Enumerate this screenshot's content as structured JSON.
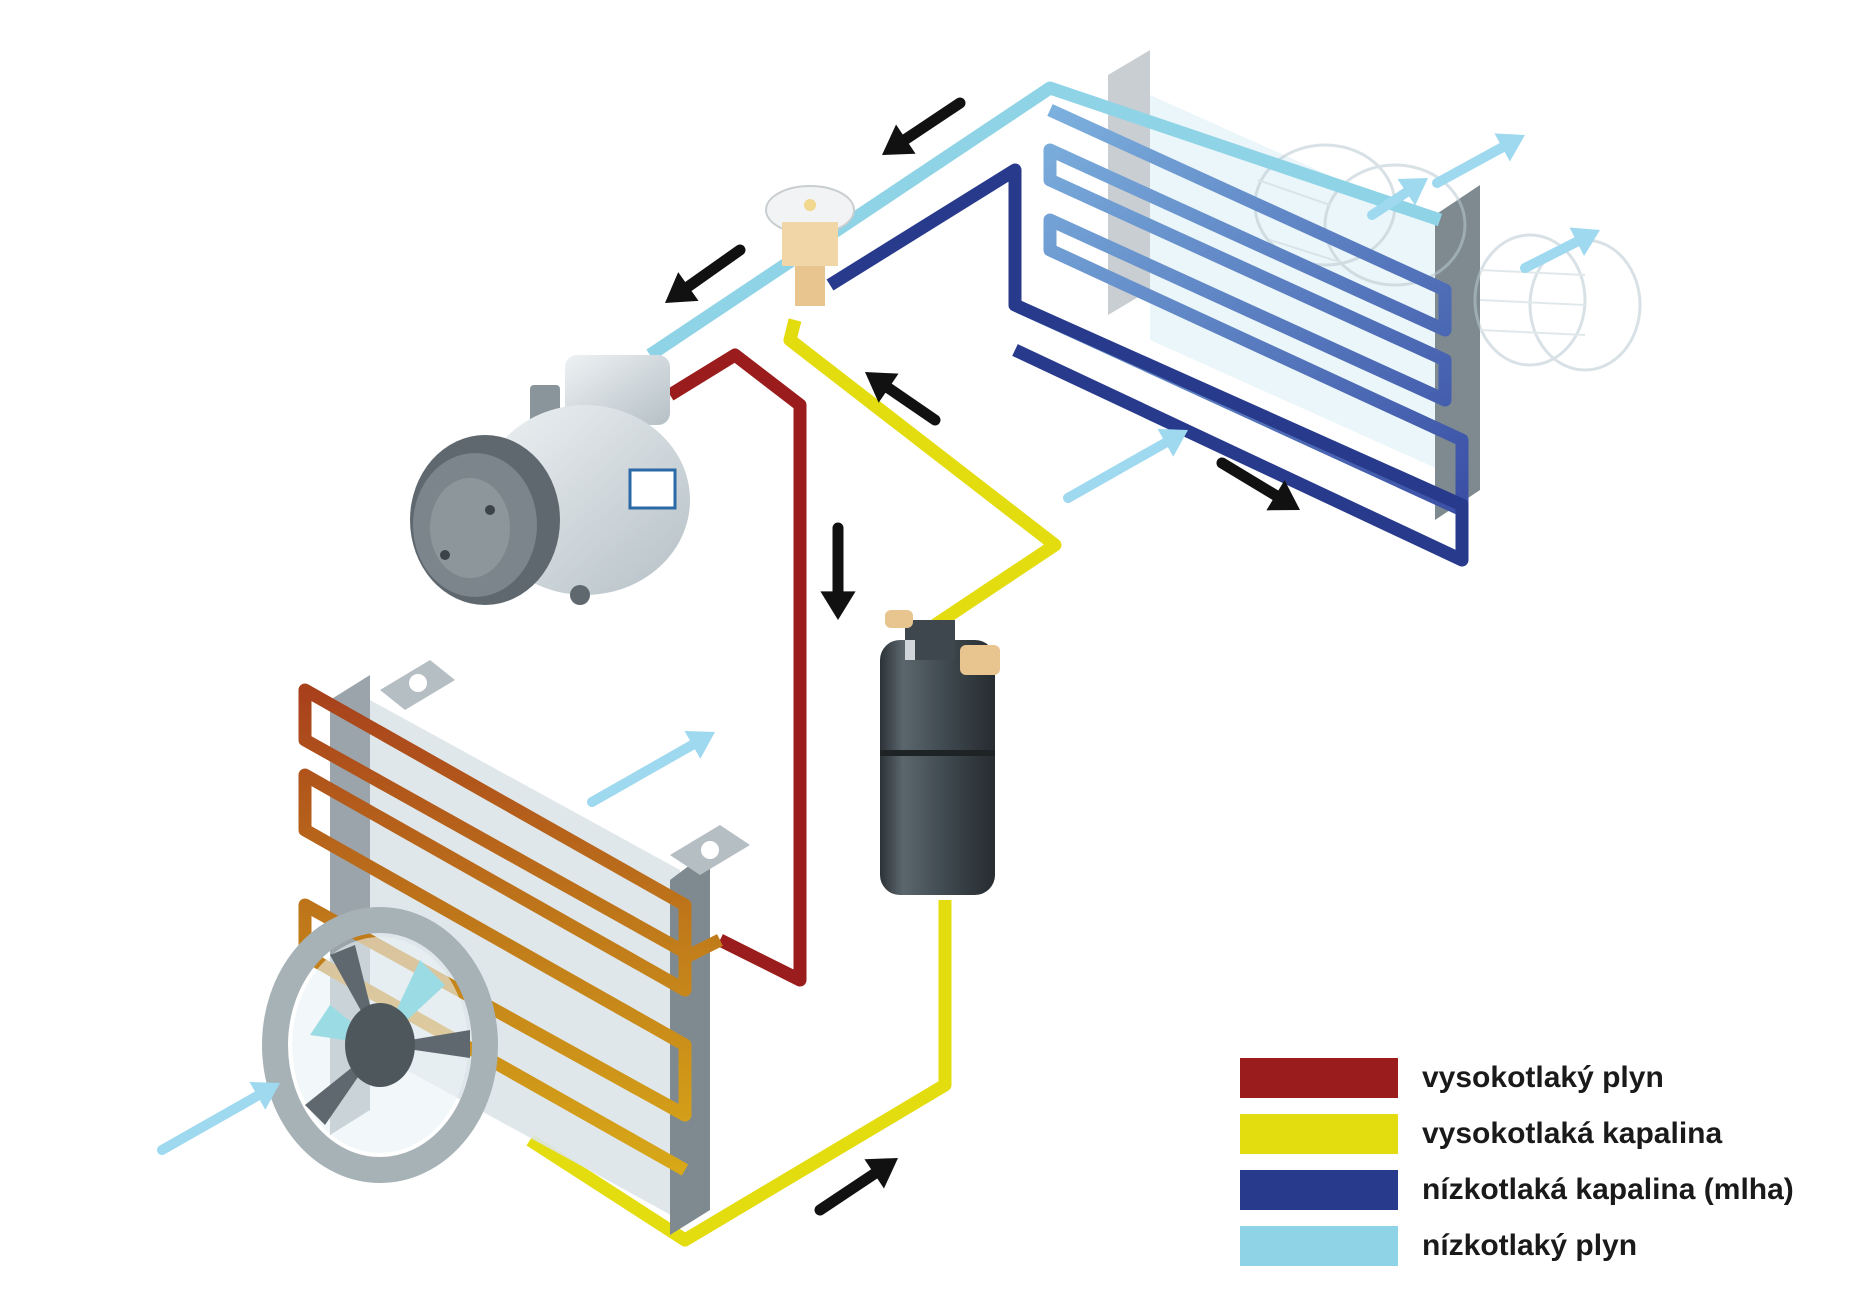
{
  "colors": {
    "high_pressure_gas": "#9b1c1c",
    "high_pressure_liquid": "#e3dc0e",
    "low_pressure_liquid": "#283a8c",
    "low_pressure_gas": "#8fd3e6",
    "flow_arrow": "#111111",
    "airflow_arrow": "#9fd9ef"
  },
  "components": [
    {
      "id": "compressor",
      "icon": "compressor-icon"
    },
    {
      "id": "expansion-valve",
      "icon": "expansion-valve-icon"
    },
    {
      "id": "evaporator",
      "icon": "evaporator-icon"
    },
    {
      "id": "blower-fan",
      "icon": "blower-fan-icon"
    },
    {
      "id": "receiver-dryer",
      "icon": "receiver-dryer-icon"
    },
    {
      "id": "condenser",
      "icon": "condenser-icon"
    },
    {
      "id": "condenser-fan",
      "icon": "fan-icon"
    }
  ],
  "legend": {
    "items": [
      {
        "label": "vysokotlaký plyn",
        "color": "#9b1c1c"
      },
      {
        "label": "vysokotlaká kapalina",
        "color": "#e3dc0e"
      },
      {
        "label": "nízkotlaká kapalina (mlha)",
        "color": "#283a8c"
      },
      {
        "label": "nízkotlaký plyn",
        "color": "#8fd3e6"
      }
    ]
  }
}
